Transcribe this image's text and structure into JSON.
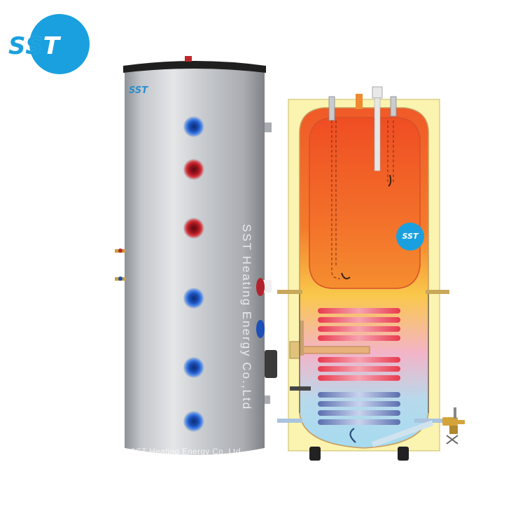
{
  "brand": {
    "logo_text_prefix": "SS",
    "logo_text_suffix": "T",
    "logo_color": "#1aa0df"
  },
  "tank": {
    "badge": "SST",
    "watermark_vertical": "SST Heating Energy Co.,Ltd",
    "watermark_horizontal": "SST Heating Energy Co.,Ltd",
    "body_color": "#b9bcc0",
    "port_colors": [
      "blue",
      "red",
      "red",
      "blue",
      "blue",
      "blue"
    ]
  },
  "diagram": {
    "badge": "SST",
    "casing_color": "#fbf3b0",
    "hot_color": "#f15a24",
    "cold_color": "#a9dcef",
    "icons": [
      "flow-arrow-icon",
      "flow-arrow-icon",
      "flow-arrow-icon",
      "valve-icon"
    ]
  }
}
